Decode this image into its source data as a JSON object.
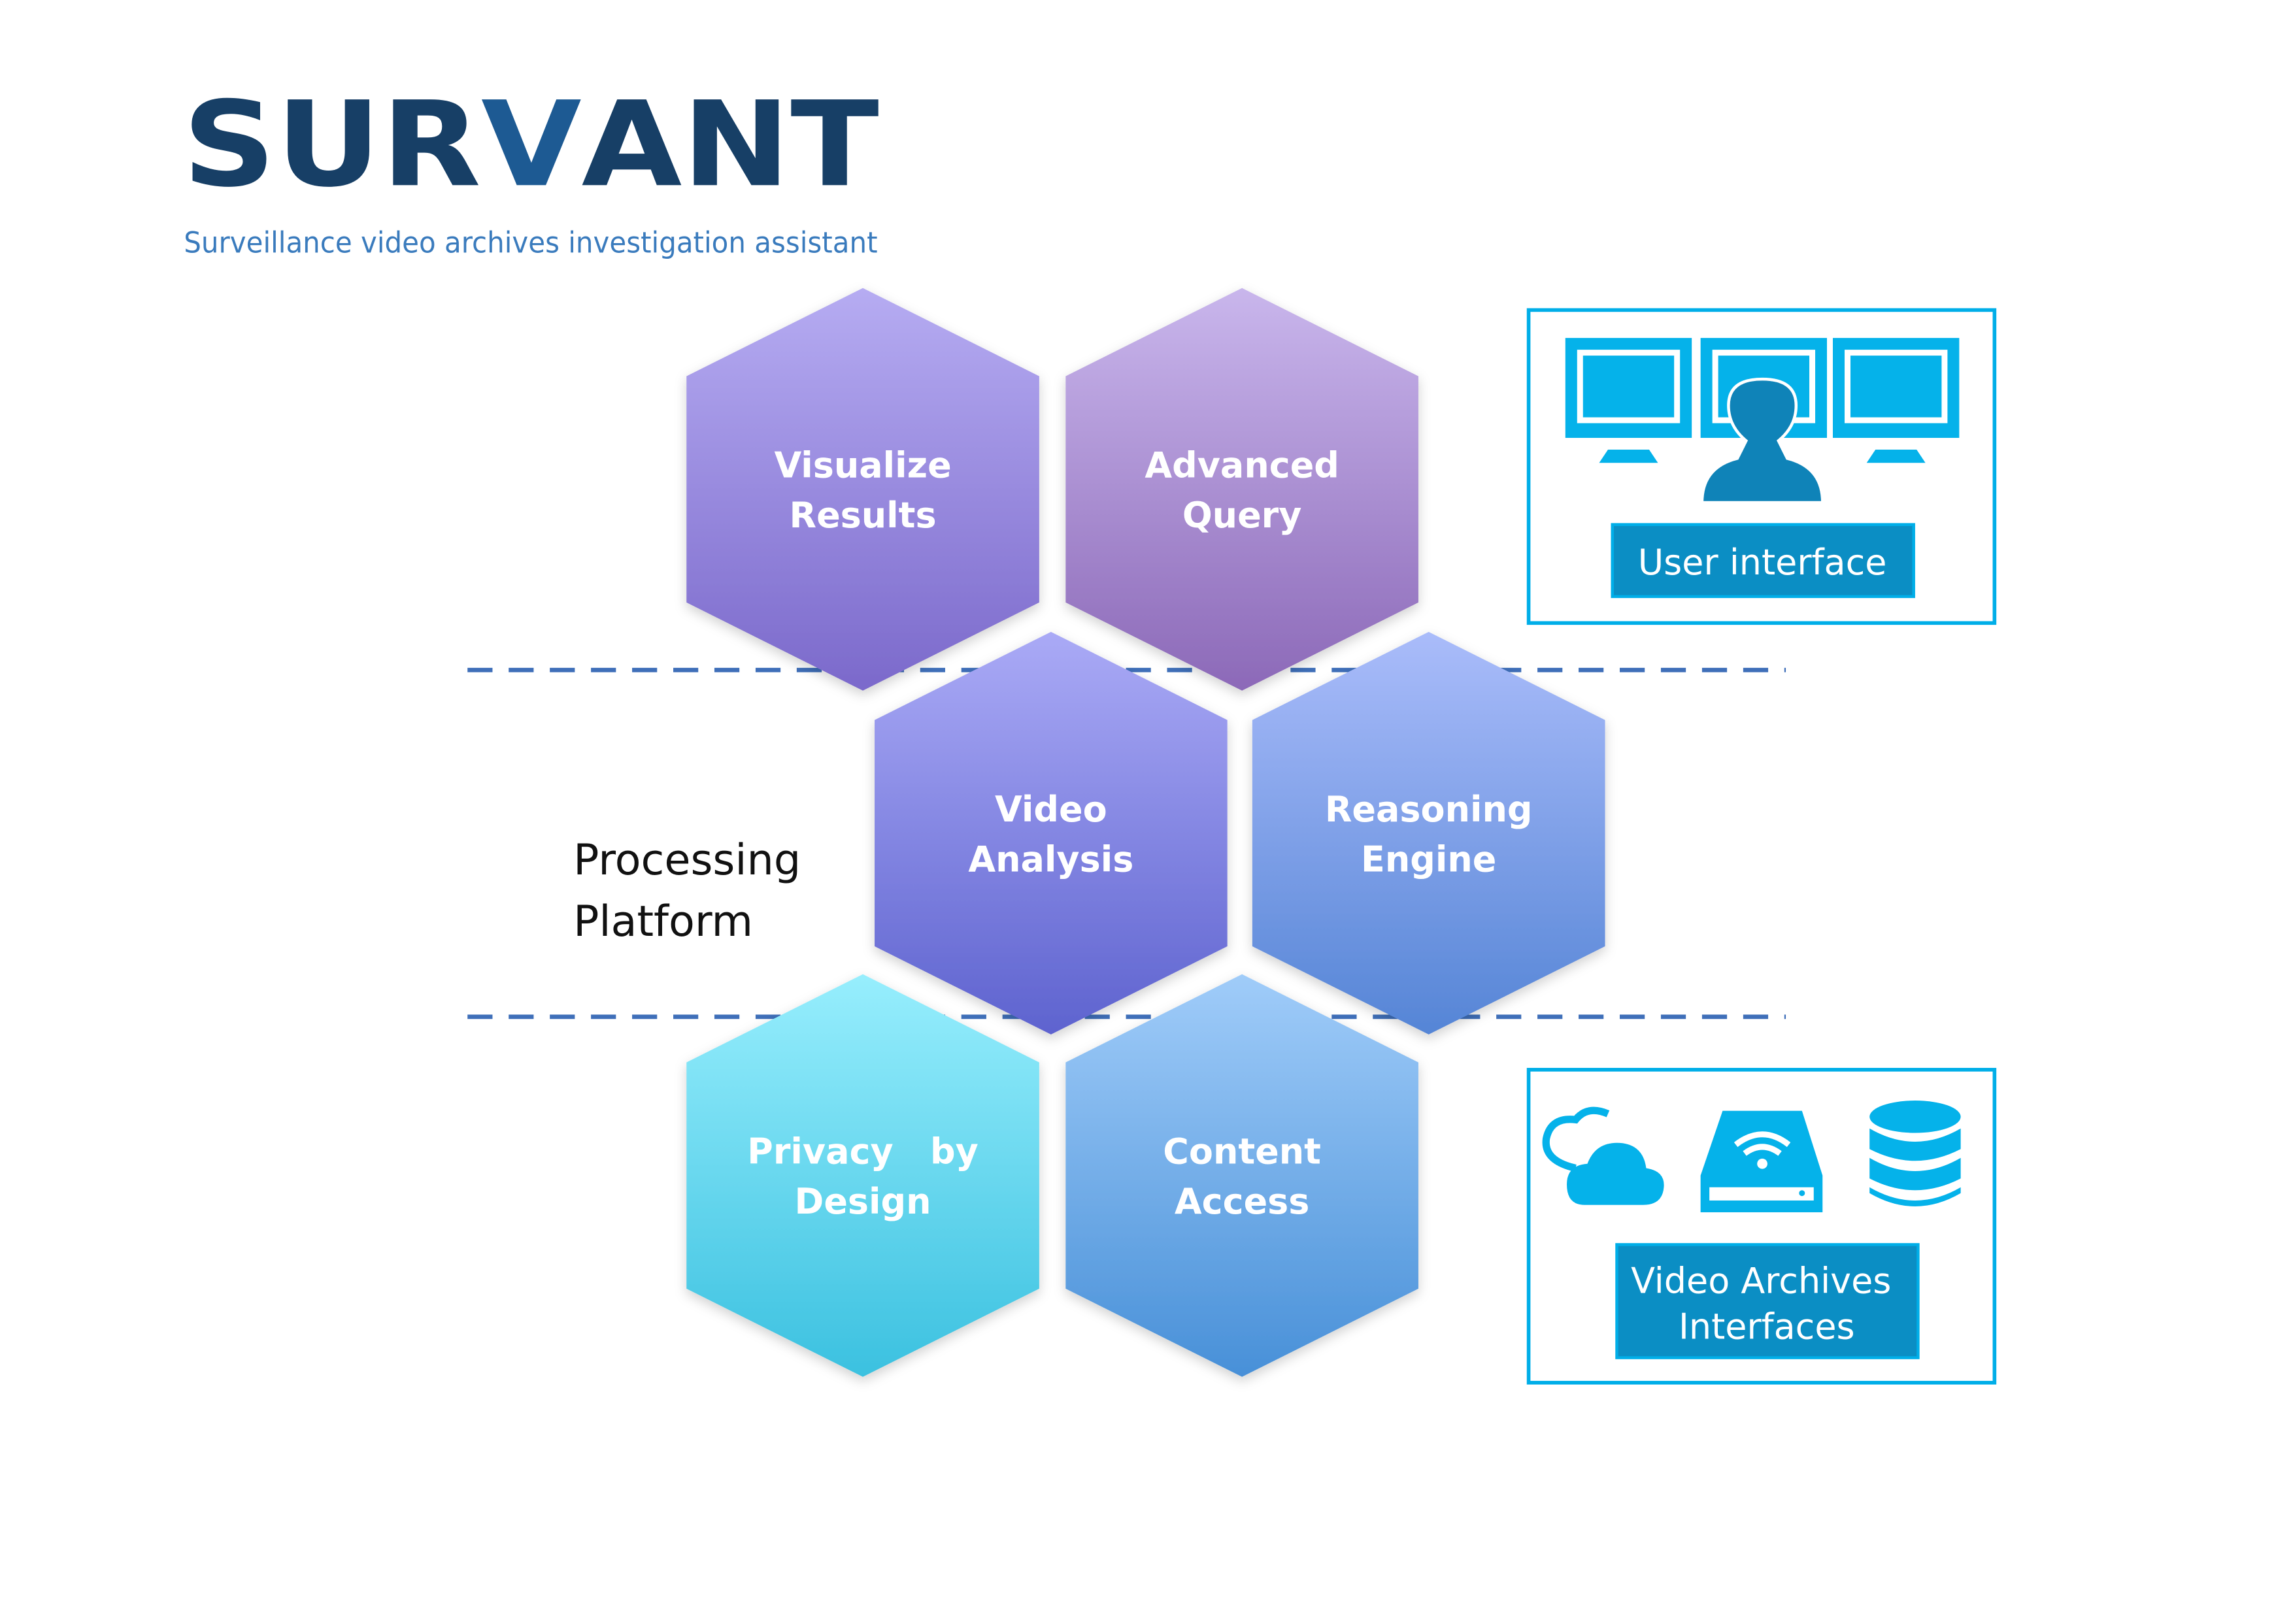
{
  "logo": {
    "wordmark": "SURVANT",
    "tagline": "Surveillance video archives investigation assistant",
    "colors": {
      "wordmark": "#173f66",
      "v_mark": "#1d5a93",
      "tagline": "#3a7bbd"
    }
  },
  "hexagons": [
    {
      "id": "visualize-results",
      "lines": [
        "Visualize",
        "Results"
      ],
      "top": "#b6acf2",
      "bottom": "#7b69cb"
    },
    {
      "id": "advanced-query",
      "lines": [
        "Advanced",
        "Query"
      ],
      "top": "#c9b6ec",
      "bottom": "#8c69b8"
    },
    {
      "id": "video-analysis",
      "lines": [
        "Video",
        "Analysis"
      ],
      "top": "#aaaaf6",
      "bottom": "#5e63cf"
    },
    {
      "id": "reasoning-engine",
      "lines": [
        "Reasoning",
        "Engine"
      ],
      "top": "#aabcfa",
      "bottom": "#5585d6"
    },
    {
      "id": "privacy-by-design",
      "lines": [
        "Privacy   by",
        "Design"
      ],
      "top": "#97eefd",
      "bottom": "#3bc1e0"
    },
    {
      "id": "content-access",
      "lines": [
        "Content",
        "Access"
      ],
      "top": "#a0ccf9",
      "bottom": "#4890d8"
    }
  ],
  "processing_label": [
    "Processing",
    "Platform"
  ],
  "user_interface": {
    "label": "User interface",
    "icons": [
      "monitor-icon",
      "user-silhouette-icon"
    ]
  },
  "video_archives": {
    "label": [
      "Video Archives",
      "Interfaces"
    ],
    "icons": [
      "cloud-icon",
      "wifi-storage-icon",
      "database-icon"
    ]
  },
  "colors": {
    "accent": "#00aee8",
    "label_fill": "#0b8ec4",
    "icon": "#05b2ea",
    "user": "#0f83b8",
    "dash": "#3f6fb9"
  }
}
